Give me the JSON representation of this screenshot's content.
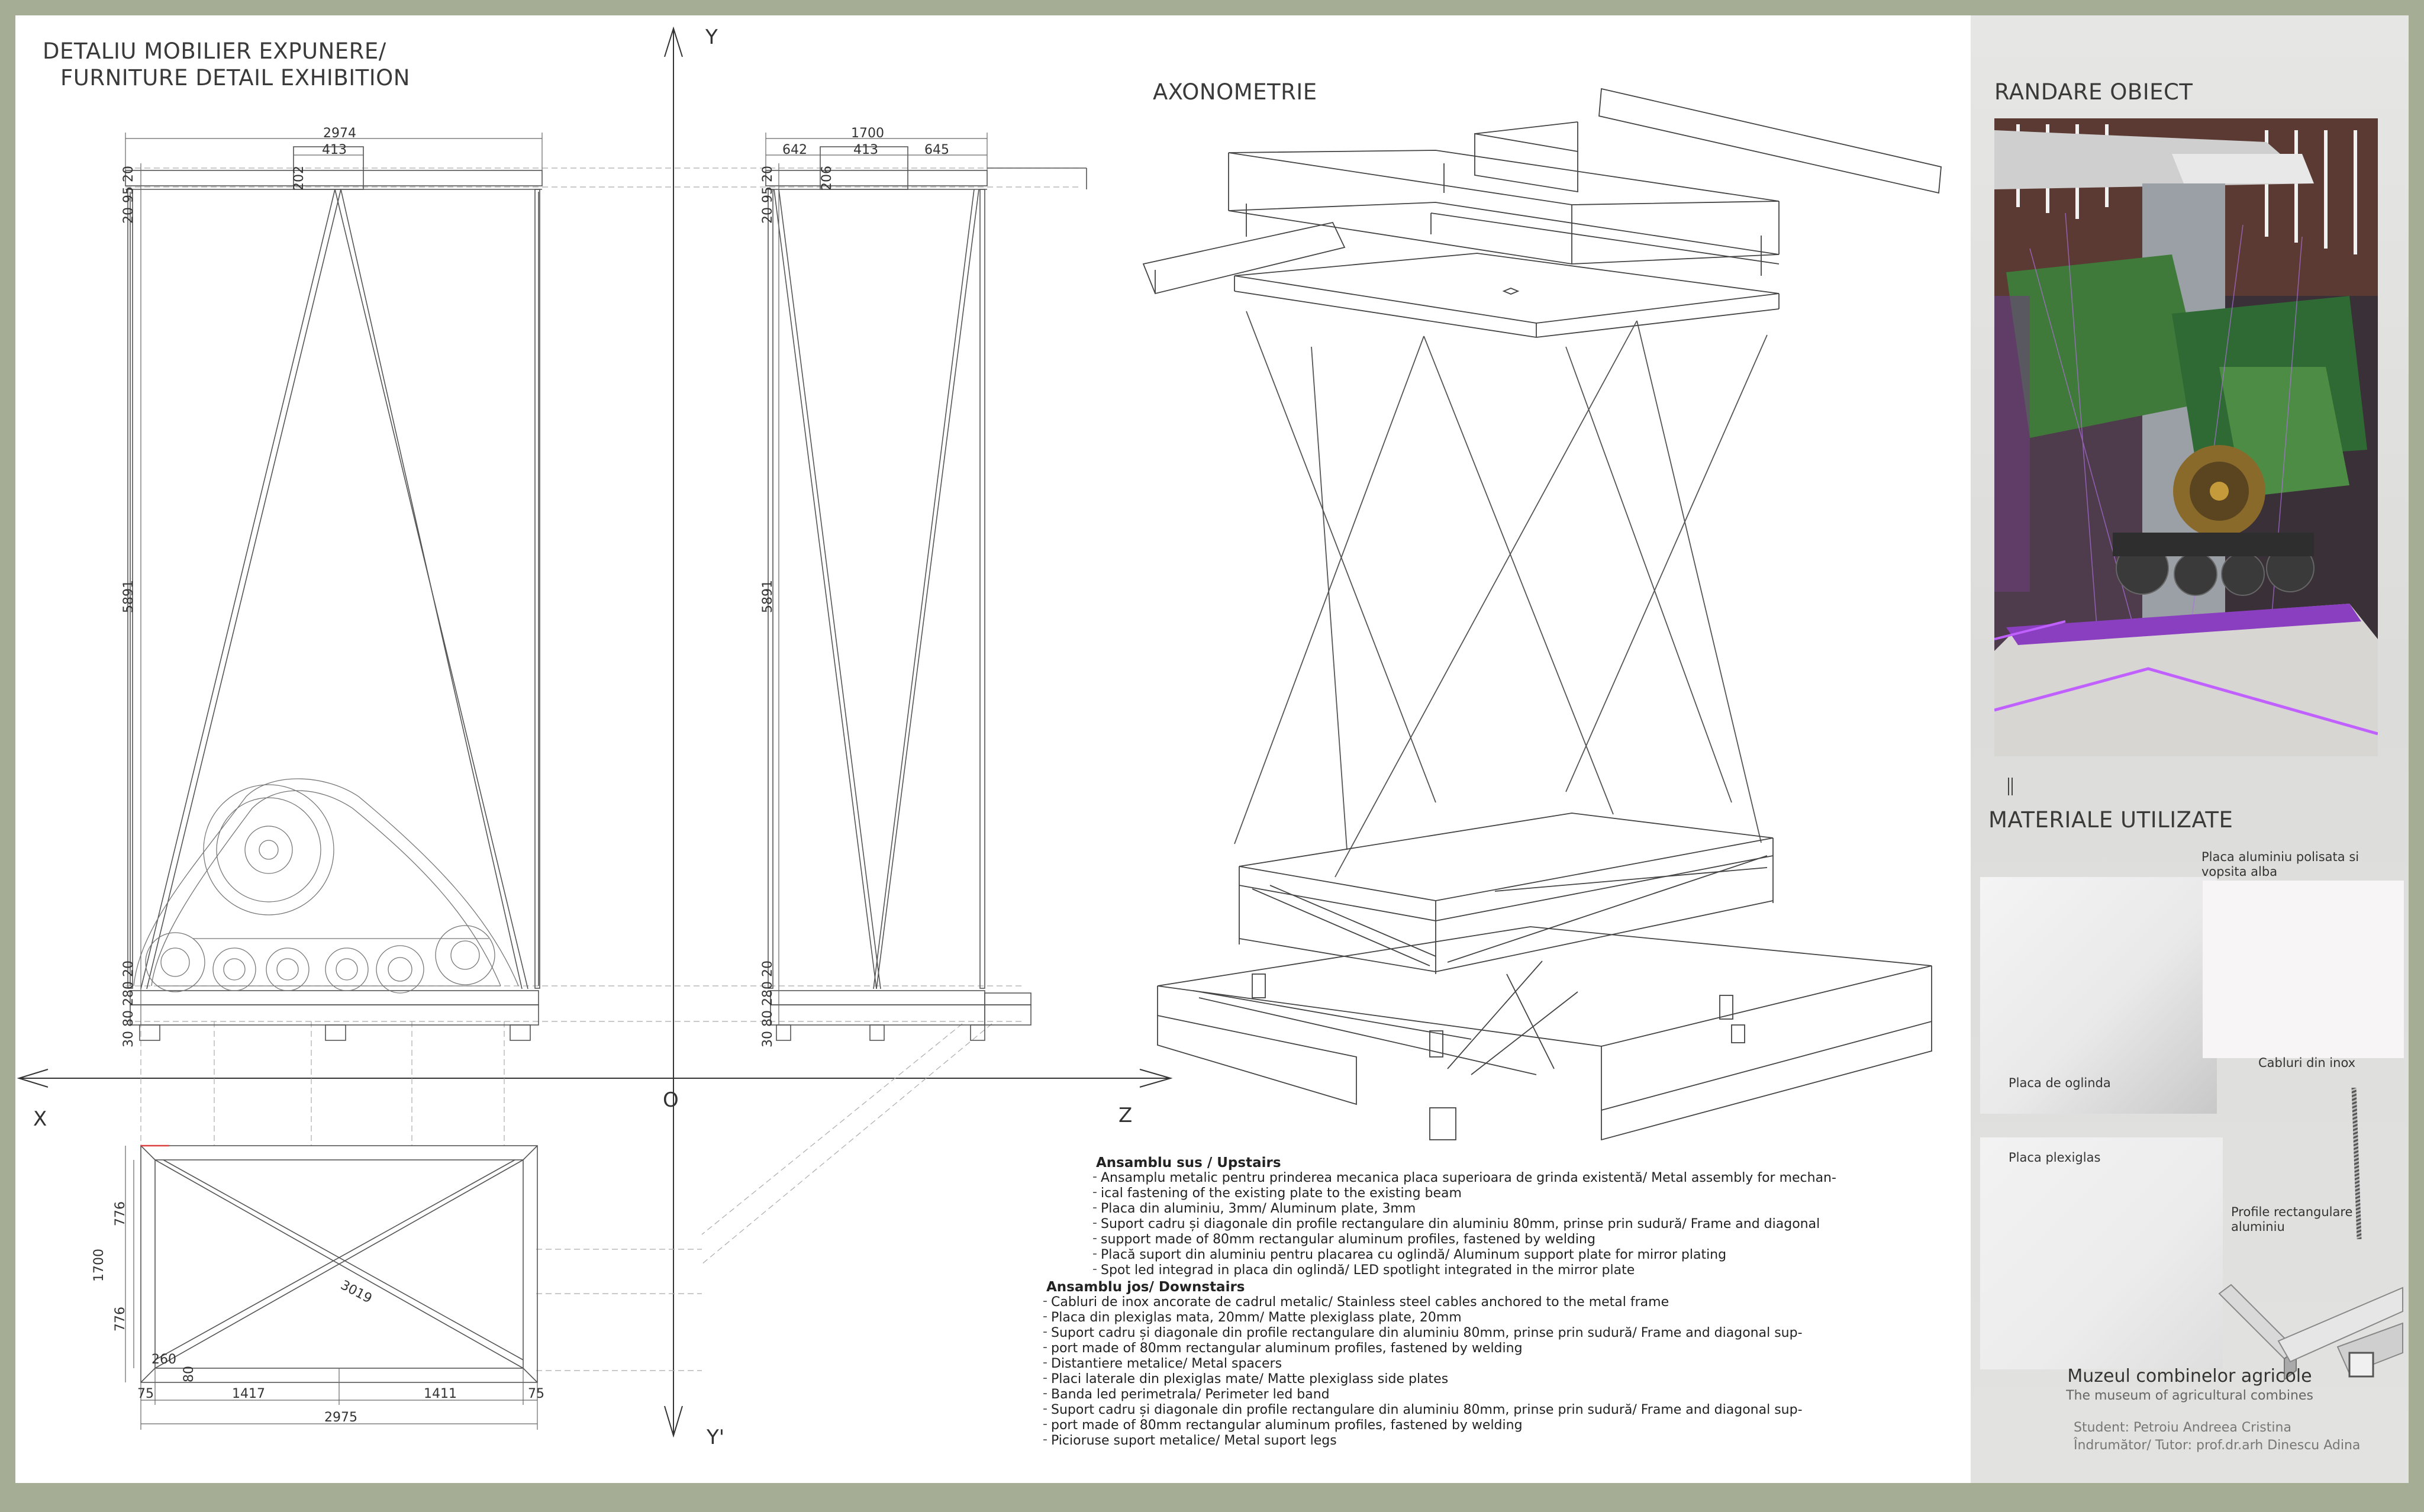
{
  "titles": {
    "main_line1": "DETALIU MOBILIER EXPUNERE/",
    "main_line2": "FURNITURE DETAIL EXHIBITION",
    "axonometry": "AXONOMETRIE",
    "render": "RANDARE OBIECT",
    "materials": "MATERIALE UTILIZATE"
  },
  "axes": {
    "x": "X",
    "y": "Y",
    "z": "Z",
    "origin": "O",
    "y_prime": "Y'"
  },
  "front_view_dims": {
    "top_width": "2974",
    "top_box": "413",
    "box_height": "202",
    "height_stack_top": "20 95 20",
    "height": "5891",
    "height_stack_bottom": "30 80 280 20"
  },
  "side_view_dims": {
    "top_width": "1700",
    "left": "642",
    "box": "413",
    "right": "645",
    "box_height": "206",
    "height_stack_top": "20 95 20",
    "height": "5891",
    "height_stack_bottom": "30 80 280 20"
  },
  "plan_dims": {
    "depth": "1700",
    "upper": "776",
    "lower": "776",
    "diagonal": "3019",
    "corner": "260",
    "offset": "80",
    "edge_left": "75",
    "seg_left": "1417",
    "seg_right": "1411",
    "edge_right": "75",
    "total": "2975"
  },
  "legend_upper": {
    "heading": "Ansamblu  sus / Upstairs",
    "items": [
      "Ansamplu metalic pentru  prinderea   mecanica placa superioara de grinda existentă/ Metal assembly for mechan-",
      "ical fastening of the existing plate to the existing beam",
      "Placa din aluminiu,  3mm/ Aluminum plate, 3mm",
      "Suport cadru  și diagonale din profile  rectangulare  din aluminiu 80mm, prinse prin sudură/ Frame and diagonal",
      "support made of 80mm rectangular aluminum profiles, fastened by welding",
      "Placă suport din aluminiu pentru placarea cu oglindă/ Aluminum support plate for mirror plating",
      "Spot led integrad in placa din oglindă/ LED spotlight integrated in the mirror plate"
    ]
  },
  "legend_lower": {
    "heading": "Ansamblu jos/ Downstairs",
    "items": [
      "Cabluri de inox ancorate de cadrul metalic/ Stainless steel cables anchored to the metal frame",
      "Placa din plexiglas mata, 20mm/ Matte plexiglass plate, 20mm",
      "Suport cadru  și diagonale din profile  rectangulare  din aluminiu 80mm, prinse prin sudură/ Frame and diagonal sup-",
      "port made of 80mm rectangular aluminum profiles, fastened by welding",
      "Distantiere metalice/ Metal spacers",
      "Placi laterale din plexiglas mate/ Matte plexiglass side plates",
      "Banda led perimetrala/ Perimeter led band",
      "Suport cadru  și diagonale din profile  rectangulare  din aluminiu 80mm, prinse prin sudură/ Frame and diagonal sup-",
      "port made of 80mm rectangular aluminum profiles, fastened by welding",
      "Picioruse suport metalice/ Metal suport  legs"
    ]
  },
  "materials": {
    "aluminium_plate": "Placa aluminiu  polisata si vopsita alba",
    "mirror": "Placa de oglinda",
    "steel_cable": "Cabluri din inox",
    "plexiglass": "Placa plexiglas",
    "profiles": "Profile rectangulare aluminiu"
  },
  "footer": {
    "museum_ro": "Muzeul combinelor agricole",
    "museum_en": "The museum of agricultural combines",
    "student": "Student: Petroiu Andreea Cristina",
    "tutor": "Îndrumător/ Tutor: prof.dr.arh Dinescu Adina"
  },
  "colors": {
    "frame": "#a5ad94",
    "panel": "#e2e2e0",
    "render_green": "#3f7a3a",
    "render_purple": "#8a3fc0",
    "line": "#555555"
  }
}
